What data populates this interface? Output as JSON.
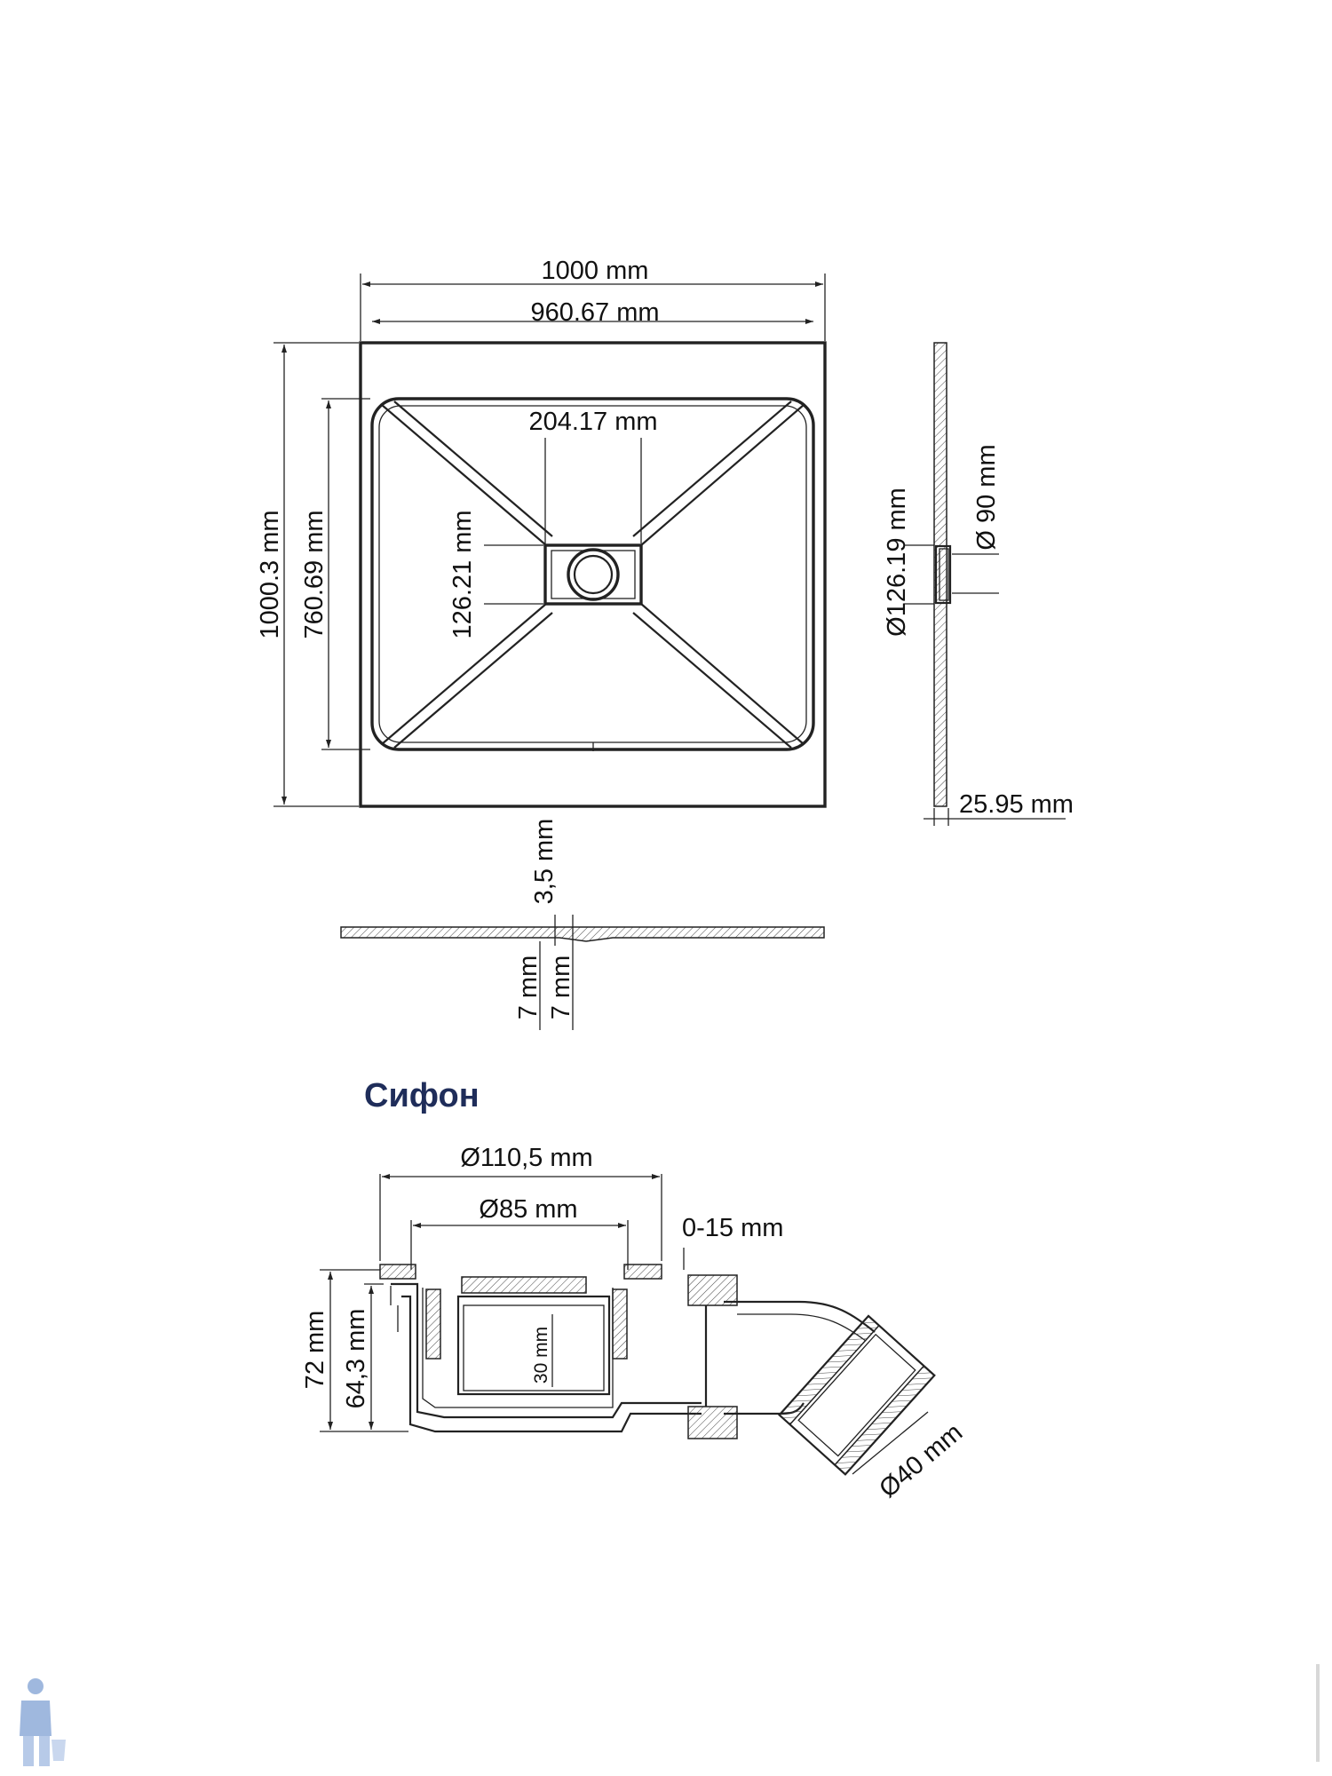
{
  "tray_plan": {
    "width_outer": "1000 mm",
    "width_inner": "960.67 mm",
    "height_outer": "1000.3 mm",
    "height_inner": "760.69 mm",
    "drain_width": "204.17 mm",
    "drain_height": "126.21 mm"
  },
  "tray_side": {
    "drain_diameter": "Ø126.19 mm",
    "outlet_diameter": "Ø 90 mm",
    "thickness": "25.95 mm"
  },
  "tray_section": {
    "slope": "3,5 mm",
    "left_offset": "7 mm",
    "right_offset": "7 mm"
  },
  "siphon": {
    "title": "Сифон",
    "outer_diameter": "Ø110,5 mm",
    "inner_diameter": "Ø85 mm",
    "adjust_range": "0-15 mm",
    "total_height": "72 mm",
    "body_height": "64,3 mm",
    "water_seal": "30 mm",
    "outlet_diameter": "Ø40 mm"
  },
  "colors": {
    "line": "#222222",
    "title": "#1f2d5a",
    "background": "#ffffff"
  }
}
